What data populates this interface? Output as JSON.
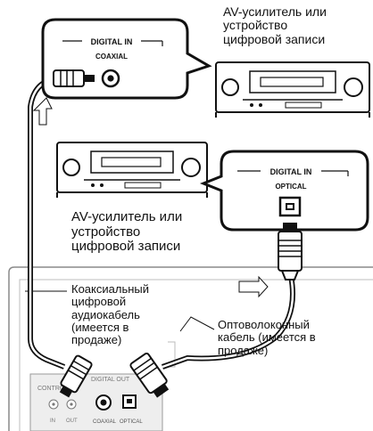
{
  "labels": {
    "av_top": [
      "AV-усилитель или",
      "устройство",
      "цифровой записи"
    ],
    "av_mid": [
      "AV-усилитель или",
      "устройство",
      "цифровой записи"
    ],
    "coaxial_cable": [
      "Коаксиальный",
      "цифровой",
      "аудиокабель",
      "(имеется в",
      "продаже)"
    ],
    "optical_cable": [
      "Оптоволоконный",
      "кабель (имеется в",
      "продаже)"
    ]
  },
  "callouts": {
    "coax_heading": "DIGITAL IN",
    "coax_sub": "COAXIAL",
    "opt_heading": "DIGITAL IN",
    "opt_sub": "OPTICAL"
  },
  "panel": {
    "control": "CONTROL",
    "digital_out": "DIGITAL OUT",
    "in": "IN",
    "out": "OUT",
    "coaxial": "COAXIAL",
    "optical": "OPTICAL"
  },
  "colors": {
    "line": "#1a1a1a",
    "panel_fill": "#ececec",
    "panel_stroke": "#8a8a8a"
  }
}
